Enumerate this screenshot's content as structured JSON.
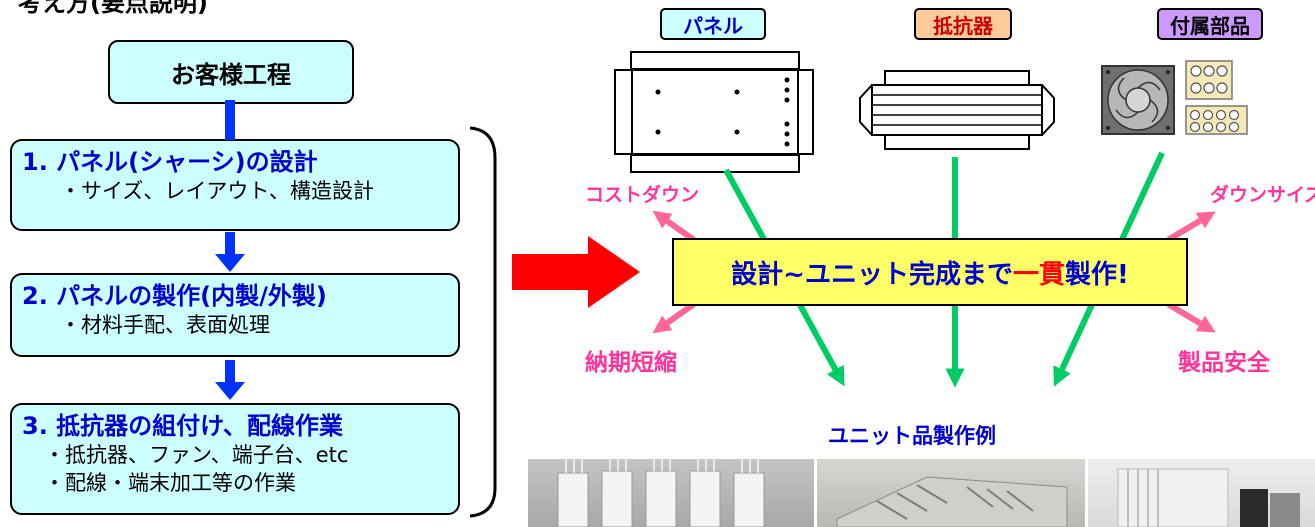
{
  "heading": "考え方(要点説明)",
  "process": {
    "start_label": "お客様工程",
    "steps": [
      {
        "title": "1. パネル(シャーシ)の設計",
        "details": [
          "・サイズ、レイアウト、構造設計"
        ]
      },
      {
        "title": "2. パネルの製作(内製/外製)",
        "details": [
          "・材料手配、表面処理"
        ]
      },
      {
        "title": "3. 抵抗器の組付け、配線作業",
        "details": [
          "・抵抗器、ファン、端子台、etc",
          "・配線・端末加工等の作業"
        ]
      }
    ]
  },
  "categories": {
    "panel": "パネル",
    "resistor": "抵抗器",
    "accessory": "付属部品"
  },
  "banner": {
    "before": "設計~ユニット完成まで",
    "highlight": "一貫",
    "after": "製作!"
  },
  "benefits": {
    "cost_down": "コストダウン",
    "downsize": "ダウンサイズ",
    "lead_time": "納期短縮",
    "safety": "製品安全"
  },
  "examples_label": "ユニット品製作例",
  "colors": {
    "box_fill": "#ccffff",
    "title_blue": "#0000cc",
    "flow_arrow": "#0033ff",
    "big_arrow": "#ff0000",
    "green_arrow": "#00cc66",
    "pink_arrow": "#ff6699",
    "banner_fill": "#ffff66",
    "resistor_fill": "#ffcc99",
    "accessory_fill": "#cc99ff"
  }
}
